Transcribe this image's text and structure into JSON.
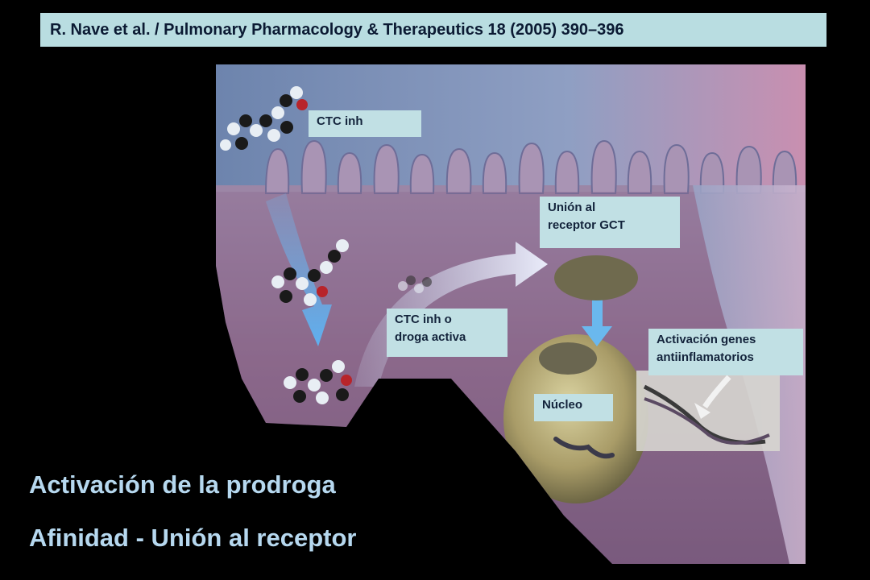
{
  "citation": "R. Nave et al. / Pulmonary Pharmacology & Therapeutics 18 (2005) 390–396",
  "labels": {
    "ctc_inh": "CTC inh",
    "union_receptor": [
      "Unión al",
      "receptor GCT"
    ],
    "ctc_activa": [
      "CTC inh o",
      "droga activa"
    ],
    "activacion_genes": [
      "Activación genes",
      "antiinflamatorios"
    ],
    "nucleo": "Núcleo"
  },
  "titles": {
    "line1": "Activación de la prodroga",
    "line2": "Afinidad - Unión al receptor"
  }
}
